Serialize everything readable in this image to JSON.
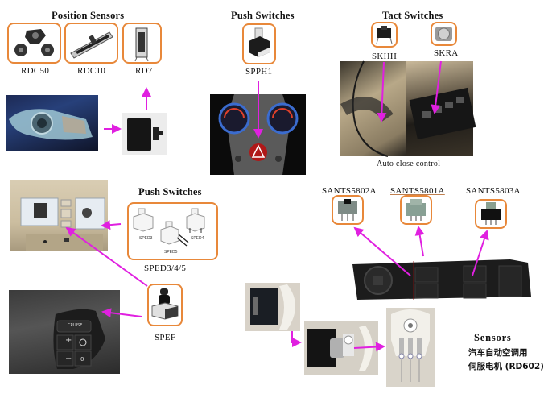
{
  "colors": {
    "frame_border": "#e8883a",
    "arrow": "#e020e0",
    "text": "#111111"
  },
  "position_sensors": {
    "heading": "Position Sensors",
    "items": [
      {
        "label": "RDC50",
        "icon": "rotary-sensor-icon"
      },
      {
        "label": "RDC10",
        "icon": "slide-sensor-icon"
      },
      {
        "label": "RD7",
        "icon": "linear-sensor-icon"
      }
    ],
    "application_photo": "car-headlight-photo",
    "actuator_photo": "headlight-leveling-actuator-photo"
  },
  "push_switches_top": {
    "heading": "Push Switches",
    "item": {
      "label": "SPPH1",
      "icon": "push-switch-icon"
    },
    "application_photo": "hazard-switch-dashboard-photo"
  },
  "tact_switches": {
    "heading": "Tact Switches",
    "items": [
      {
        "label": "SKHH",
        "icon": "tact-switch-icon"
      },
      {
        "label": "SKRA",
        "icon": "tact-switch-round-icon"
      }
    ],
    "application_photos": [
      "steering-wheel-interior-photo",
      "window-switch-panel-photo"
    ],
    "caption": "Auto close control"
  },
  "push_switches_bottom": {
    "heading": "Push Switches",
    "group_items": [
      "SPED3",
      "SPED5",
      "SPED4"
    ],
    "group_label": "SPED3/4/5",
    "application_photo": "overhead-console-light-photo",
    "single_item": {
      "label": "SPEF",
      "icon": "joystick-switch-icon"
    },
    "steering_photo": "steering-cruise-control-photo",
    "cruise_button_text": "CRUISE"
  },
  "sants_switches": {
    "items": [
      {
        "label": "SANTS5802A"
      },
      {
        "label": "SANTS5801A"
      },
      {
        "label": "SANTS5803A"
      }
    ],
    "application_photo": "power-window-switch-panel-photo"
  },
  "sensors": {
    "heading": "Sensors",
    "description_line1": "汽车自动空调用",
    "description_line2": "伺服电机 (RD602)",
    "photos": [
      "servo-motor-photo",
      "servo-motor-open-photo",
      "sensor-board-photo"
    ]
  }
}
